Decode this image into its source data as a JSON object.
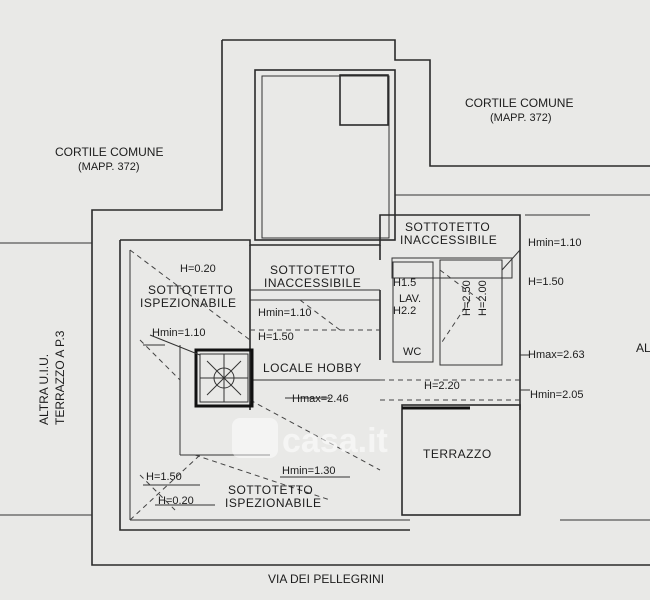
{
  "labels": {
    "cortile_top_right": "CORTILE COMUNE",
    "mapp_top_right": "(MAPP. 372)",
    "cortile_left": "CORTILE COMUNE",
    "mapp_left": "(MAPP. 372)",
    "altra_uiu_1": "ALTRA U.I.U.",
    "altra_uiu_2": "TERRAZZO A P.3",
    "street": "VIA DEI PELLEGRINI",
    "right_edge": "AL",
    "sottotetto_top_right_1": "SOTTOTETTO",
    "sottotetto_top_right_2": "INACCESSIBILE",
    "sottotetto_mid_1": "SOTTOTETTO",
    "sottotetto_mid_2": "INACCESSIBILE",
    "sottotetto_left_1": "SOTTOTETTO",
    "sottotetto_left_2": "ISPEZIONABILE",
    "sottotetto_bottom_1": "SOTTOTETTO",
    "sottotetto_bottom_2": "ISPEZIONABILE",
    "locale_hobby": "LOCALE HOBBY",
    "terrazzo": "TERRAZZO",
    "lav": "LAV.",
    "wc": "WC",
    "h_020_top": "H=0.20",
    "hmin_110_left": "Hmin=1.10",
    "hmin_110_mid": "Hmin=1.10",
    "h_150_mid": "H=1.50",
    "hmax_246": "Hmax=2.46",
    "hmin_130": "Hmin=1.30",
    "h_150_bottom": "H=1.50",
    "h_020_bottom": "H=0.20",
    "h15": "H1.5",
    "h22": "H2.2",
    "h250": "H=2.50",
    "h200": "H=2.00",
    "hmin_110_right": "Hmin=1.10",
    "h_150_right": "H=1.50",
    "hmax_263": "Hmax=2.63",
    "h_220": "H=2.20",
    "hmin_205": "Hmin=2.05",
    "watermark": "casa.it"
  }
}
